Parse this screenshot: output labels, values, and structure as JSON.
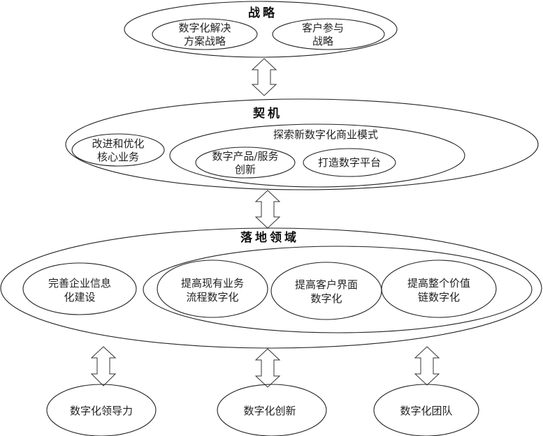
{
  "diagram": {
    "strategy": {
      "title": "战略",
      "items": [
        {
          "lines": [
            "数字化解决",
            "方案战略"
          ]
        },
        {
          "lines": [
            "客户参与",
            "战略"
          ]
        }
      ]
    },
    "opportunity": {
      "title": "契机",
      "left_item": {
        "lines": [
          "改进和优化",
          "核心业务"
        ]
      },
      "group": {
        "title": "探索新数字化商业模式",
        "items": [
          {
            "lines": [
              "数字产品/服务",
              "创新"
            ]
          },
          {
            "lines": [
              "打造数字平台"
            ]
          }
        ]
      }
    },
    "landing": {
      "title": "落地领域",
      "left_item": {
        "lines": [
          "完善企业信息",
          "化建设"
        ]
      },
      "group_items": [
        {
          "lines": [
            "提高现有业务",
            "流程数字化"
          ]
        },
        {
          "lines": [
            "提高客户界面",
            "数字化"
          ]
        },
        {
          "lines": [
            "提高整个价值",
            "链数字化"
          ]
        }
      ]
    },
    "capabilities": [
      {
        "label": "数字化领导力"
      },
      {
        "label": "数字化创新"
      },
      {
        "label": "数字化团队"
      }
    ],
    "connector": "bidirectional-arrow-icon"
  }
}
